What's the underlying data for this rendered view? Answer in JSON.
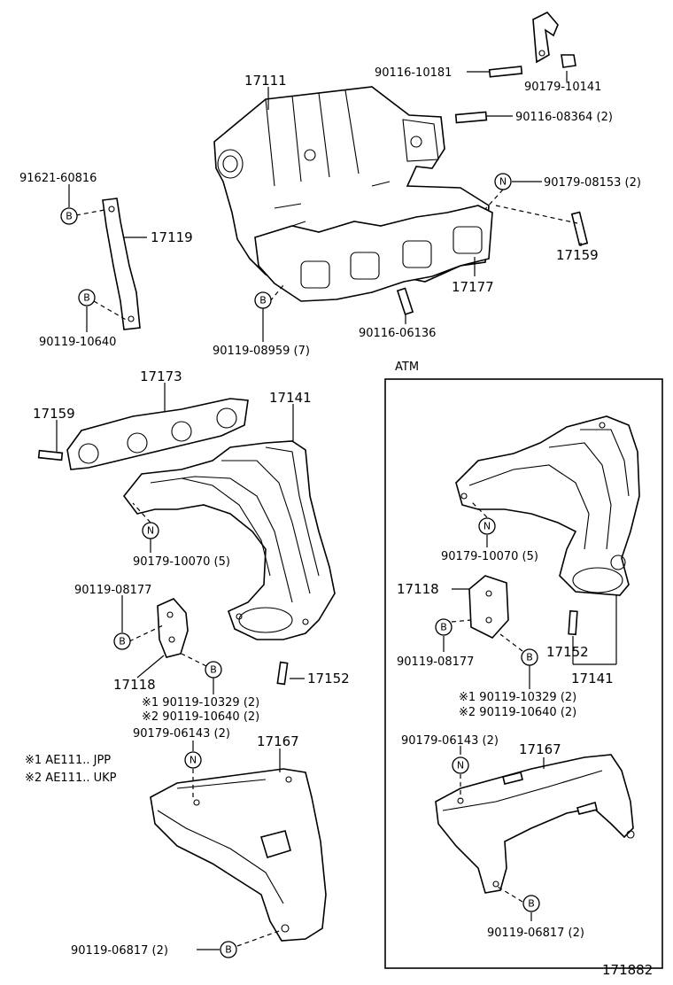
{
  "labels": {
    "p17111": "17111",
    "p90116_10181": "90116-10181",
    "p90179_10141": "90179-10141",
    "p90116_08364": "90116-08364 (2)",
    "p91621_60816": "91621-60816",
    "p17119": "17119",
    "p90179_08153": "90179-08153 (2)",
    "p17159_top": "17159",
    "p17177": "17177",
    "p90119_10640": "90119-10640",
    "p90119_08959": "90119-08959 (7)",
    "p90116_06136": "90116-06136",
    "atm": "ATM",
    "p17173": "17173",
    "p17141": "17141",
    "p17159_mid": "17159",
    "p90179_10070_l": "90179-10070 (5)",
    "p90179_10070_r": "90179-10070 (5)",
    "p90119_08177_l": "90119-08177",
    "p17118_l": "17118",
    "p17152_l": "17152",
    "note1_l": "※1  90119-10329 (2)",
    "note2_l": "※2  90119-10640 (2)",
    "p90179_06143_l": "90179-06143 (2)",
    "p17167_l": "17167",
    "legend1": "※1 AE111.. JPP",
    "legend2": "※2 AE111.. UKP",
    "p90119_06817_l": "90119-06817 (2)",
    "p17118_r": "17118",
    "p90119_08177_r": "90119-08177",
    "p17152_r": "17152",
    "p17141_r": "17141",
    "note1_r": "※1 90119-10329 (2)",
    "note2_r": "※2 90119-10640 (2)",
    "p90179_06143_r": "90179-06143 (2)",
    "p17167_r": "17167",
    "p90119_06817_r": "90119-06817 (2)",
    "figure_no": "171882"
  },
  "markers": {
    "b": "B",
    "n": "N"
  }
}
